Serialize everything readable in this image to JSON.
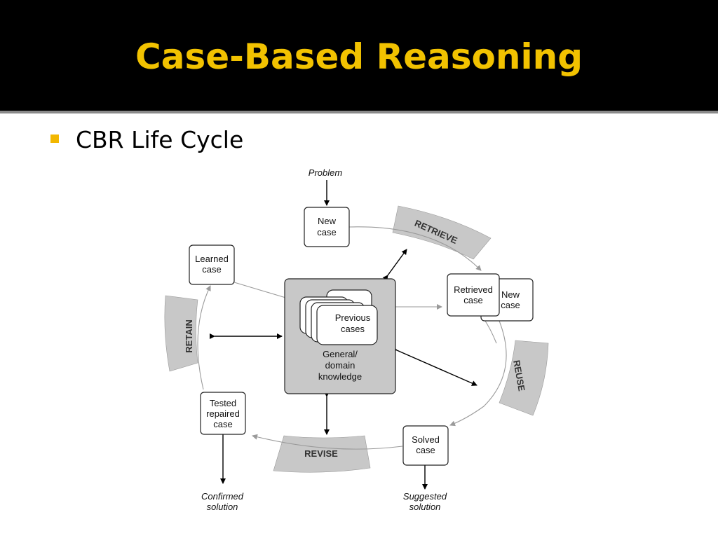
{
  "slide": {
    "title": "Case-Based Reasoning",
    "bullet": "CBR Life Cycle"
  },
  "colors": {
    "title": "#F2C200",
    "bullet": "#F2B700",
    "background_top": "#000000",
    "background_content": "#ffffff",
    "phase_band": "#c8c8c8",
    "knowledge_box": "#c8c8c8"
  },
  "diagram": {
    "inputs": {
      "problem": "Problem"
    },
    "outputs": {
      "suggested": [
        "Suggested",
        "solution"
      ],
      "confirmed": [
        "Confirmed",
        "solution"
      ]
    },
    "phases": {
      "retrieve": "RETRIEVE",
      "reuse": "REUSE",
      "revise": "REVISE",
      "retain": "RETAIN"
    },
    "boxes": {
      "new_case": [
        "New",
        "case"
      ],
      "retrieved_case": [
        "Retrieved",
        "case"
      ],
      "new_case_2": [
        "New",
        "case"
      ],
      "solved_case": [
        "Solved",
        "case"
      ],
      "tested_case": [
        "Tested",
        "repaired",
        "case"
      ],
      "learned_case": [
        "Learned",
        "case"
      ],
      "previous_cases": [
        "Previous",
        "cases"
      ],
      "knowledge": [
        "General/",
        "domain",
        "knowledge"
      ]
    }
  }
}
